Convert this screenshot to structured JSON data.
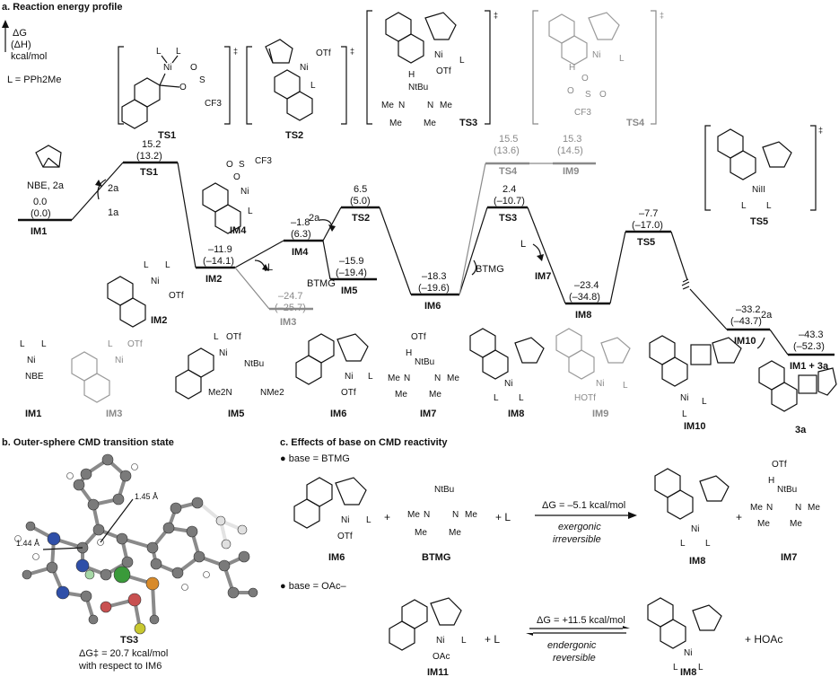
{
  "titles": {
    "a": "a. Reaction energy profile",
    "b": "b. Outer-sphere CMD transition state",
    "c": "c. Effects of base on CMD reactivity"
  },
  "axis": {
    "dg": "ΔG",
    "dh": "(ΔH)",
    "unit": "kcal/mol",
    "ligand": "L = PPh2Me"
  },
  "levels": [
    {
      "id": "im1",
      "label": "IM1",
      "g": "0.0",
      "h": "(0.0)"
    },
    {
      "id": "ts1",
      "label": "TS1",
      "g": "15.2",
      "h": "(13.2)"
    },
    {
      "id": "im2",
      "label": "IM2",
      "g": "–11.9",
      "h": "(–14.1)"
    },
    {
      "id": "im3",
      "label": "IM3",
      "g": "–24.7",
      "h": "(–25.7)"
    },
    {
      "id": "im4",
      "label": "IM4",
      "g": "–1.8",
      "h": "(6.3)"
    },
    {
      "id": "im5",
      "label": "IM5",
      "g": "–15.9",
      "h": "(–19.4)"
    },
    {
      "id": "ts2",
      "label": "TS2",
      "g": "6.5",
      "h": "(5.0)"
    },
    {
      "id": "im6",
      "label": "IM6",
      "g": "–18.3",
      "h": "(–19.6)"
    },
    {
      "id": "ts3",
      "label": "TS3",
      "g": "2.4",
      "h": "(–10.7)"
    },
    {
      "id": "ts4",
      "label": "TS4",
      "g": "15.5",
      "h": "(13.6)"
    },
    {
      "id": "im9",
      "label": "IM9",
      "g": "15.3",
      "h": "(14.5)"
    },
    {
      "id": "im8",
      "label": "IM8",
      "g": "–23.4",
      "h": "(–34.8)"
    },
    {
      "id": "ts5",
      "label": "TS5",
      "g": "–7.7",
      "h": "(–17.0)"
    },
    {
      "id": "im10",
      "label": "IM10",
      "g": "–33.2",
      "h": "(–43.7)"
    },
    {
      "id": "end",
      "label": "IM1 + 3a",
      "g": "–43.3",
      "h": "(–52.3)"
    }
  ],
  "arrows": {
    "a2_first": "2a",
    "a1": "1a",
    "nbe": "NBE, 2a",
    "L_loss": "L",
    "a2_second": "2a",
    "btmg": "BTMG",
    "btmg2": "BTMG",
    "L_im7": "L",
    "im7": "IM7",
    "a2_end": "2a"
  },
  "ts_labels": {
    "ts1": "TS1",
    "ts2": "TS2",
    "ts3": "TS3",
    "ts4": "TS4",
    "ts5": "TS5"
  },
  "struct_labels": {
    "im1": "IM1",
    "im3": "IM3",
    "im5": "IM5",
    "im6": "IM6",
    "im7": "IM7",
    "im8": "IM8",
    "im9": "IM9",
    "im10": "IM10",
    "p3a": "3a",
    "im2": "IM2",
    "im4": "IM4"
  },
  "atoms": {
    "ni": "Ni",
    "L": "L",
    "otf": "OTf",
    "cf3": "CF3",
    "s": "S",
    "o": "O",
    "h": "H",
    "nbu": "NtBu",
    "me": "Me",
    "n": "N",
    "nbe": "NBE",
    "hotf": "HOTf",
    "nme2": "NMe2",
    "me2n": "Me2N",
    "oac": "OAc",
    "nii": "NiII"
  },
  "panel_b": {
    "dist1": "1.45 Å",
    "dist2": "1.44 Å",
    "label": "TS3",
    "dg": "ΔG‡ = 20.7 kcal/mol",
    "ref": "with respect to IM6"
  },
  "panel_c": {
    "base1": "● base = BTMG",
    "base2": "● base = OAc–",
    "r1": {
      "im6": "IM6",
      "btmg": "BTMG",
      "plus": "+",
      "L": "+ L",
      "dg": "ΔG = –5.1 kcal/mol",
      "cond1": "exergonic",
      "cond2": "irreversible",
      "im8": "IM8",
      "im7": "IM7"
    },
    "r2": {
      "im11": "IM11",
      "L": "+ L",
      "dg": "ΔG = +11.5 kcal/mol",
      "cond1": "endergonic",
      "cond2": "reversible",
      "im8": "IM8",
      "hoac": "+ HOAc"
    }
  }
}
